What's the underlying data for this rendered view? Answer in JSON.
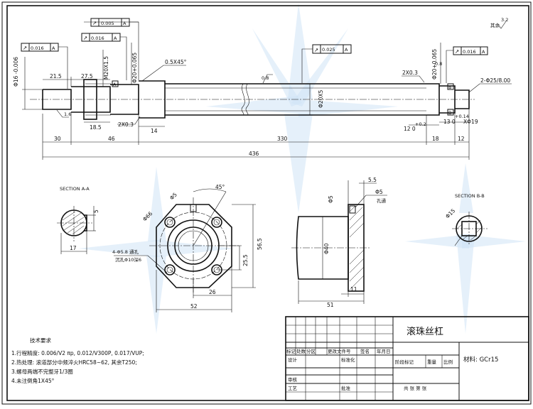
{
  "shaft": {
    "dims": {
      "d16": "Φ16 -0.006",
      "len215": "21.5",
      "len275": "27.5",
      "m20": "M20X1.5",
      "d20a": "Φ20+0.065",
      "chamfer": "0.5X45°",
      "d20b": "Φ20+0.065",
      "groove_l": "2X0.3",
      "groove_r": "2X0.3",
      "len185": "18.5",
      "len14": "14",
      "thread": "2-Φ25/8.00",
      "gr": "Φ20X5",
      "len12": "12 0",
      "len13": "13 0",
      "dx19": "XΦ19",
      "ra_surface": "3.2",
      "rough1": "1.6",
      "rough2": "0.8",
      "rough3": "0.8",
      "tol_sup1": "+0.2",
      "tol_sup2": "+0.14",
      "bot30": "30",
      "bot46": "46",
      "bot330": "330",
      "bot18": "18",
      "bot12": "12",
      "total": "436"
    },
    "gdt": [
      {
        "sym": "↗",
        "tol": "0.005",
        "datum": "A"
      },
      {
        "sym": "↗",
        "tol": "0.016",
        "datum": "A"
      },
      {
        "sym": "↗",
        "tol": "0.016",
        "datum": "A"
      },
      {
        "sym": "↗",
        "tol": "0.025",
        "datum": "A"
      },
      {
        "sym": "↗",
        "tol": "0.016",
        "datum": "A"
      }
    ],
    "flags": {
      "a": "A",
      "b": "B"
    },
    "roughness_note": "其余"
  },
  "section_aa": {
    "title": "SECTION A-A",
    "d5": "5",
    "d17": "17"
  },
  "flange": {
    "angle": "45°",
    "d5": "Φ5",
    "d66": "Φ66",
    "holes_note1": "4-Φ5.8 通孔",
    "holes_note2": "沉孔Φ10深6",
    "d565": "56.5",
    "d255": "25.5",
    "d26": "26",
    "d52": "52"
  },
  "nut": {
    "d55": "5.5",
    "d5a": "Φ5",
    "d5b": "Φ5",
    "note": "孔通",
    "d40": "Φ40",
    "d11": "11",
    "d51": "51"
  },
  "section_bb": {
    "title": "SECTION B-B",
    "d": "Φ15"
  },
  "notes": {
    "title": "技术要求",
    "items": [
      "1.行程精度: 0.006/V2 πp, 0.012/V300P, 0.017/VUP;",
      "2.热处理: 滚道部分中频淬火HRC58~62, 其余T250;",
      "3.螺母两端不完整牙1/3圈",
      "4.未注倒角1X45°"
    ]
  },
  "title_block": {
    "part_name": "滚珠丝杠",
    "material": "材料: GCr15",
    "headers": [
      "标记",
      "处数",
      "分区",
      "更改文件号",
      "签名",
      "年月日"
    ],
    "row_design": "设计",
    "row_std": "标准化",
    "stage": "阶段标记",
    "weight": "重量",
    "scale": "比例",
    "review": "审核",
    "craft": "工艺",
    "approve": "批准",
    "sheets": "共  张 第  张"
  },
  "colors": {
    "line": "#111111",
    "watermark": "#cfe4f6"
  }
}
